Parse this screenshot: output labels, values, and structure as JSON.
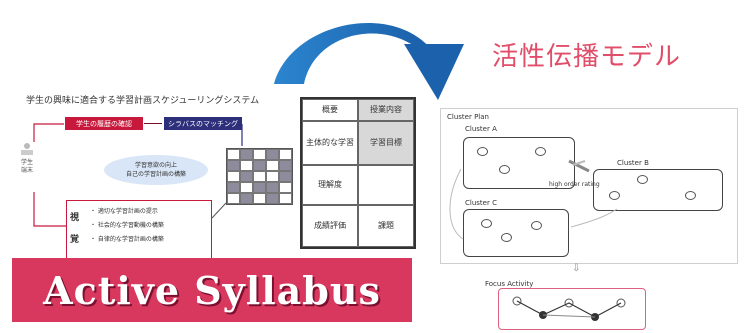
{
  "left_panel": {
    "title": "学生の興味に適合する学習計画スケジューリングシステム",
    "red_box": "学生の履歴の確認",
    "blue_box": "シラバスのマッチング",
    "person_label": [
      "学生",
      "端末"
    ],
    "oval_lines": [
      "学習意欲の向上",
      "自己の学習計画の構築"
    ],
    "feedback_side": [
      "視",
      "覚"
    ],
    "feedback_items": [
      "・ 適切な学習計画の提示",
      "・ 社会的な学習動機の構築",
      "・ 自律的な学習計画の構築"
    ]
  },
  "syllabus_table": {
    "header": "概要",
    "cells": [
      {
        "text": "授業内容",
        "dark": true
      },
      {
        "text": "主体的な学習",
        "dark": false
      },
      {
        "text": "学習目標",
        "dark": true
      },
      {
        "text": "理解度",
        "dark": false
      },
      {
        "text": "",
        "dark": false
      },
      {
        "text": "成績評価",
        "dark": false
      },
      {
        "text": "課題",
        "dark": false
      }
    ]
  },
  "banner": {
    "text": "Active Syllabus"
  },
  "model": {
    "title": "活性伝播モデル",
    "diagram_title": "Cluster Plan",
    "clusters": [
      "Cluster A",
      "Cluster B",
      "Cluster C"
    ],
    "link_label": "high order rating",
    "focus_label": "Focus Activity"
  },
  "colors": {
    "banner_bg": "#d8385d",
    "red_box": "#c8193c",
    "blue_box": "#2d2f7a",
    "arc_blue": "#1e6fb8",
    "model_title": "#e04e6a"
  }
}
